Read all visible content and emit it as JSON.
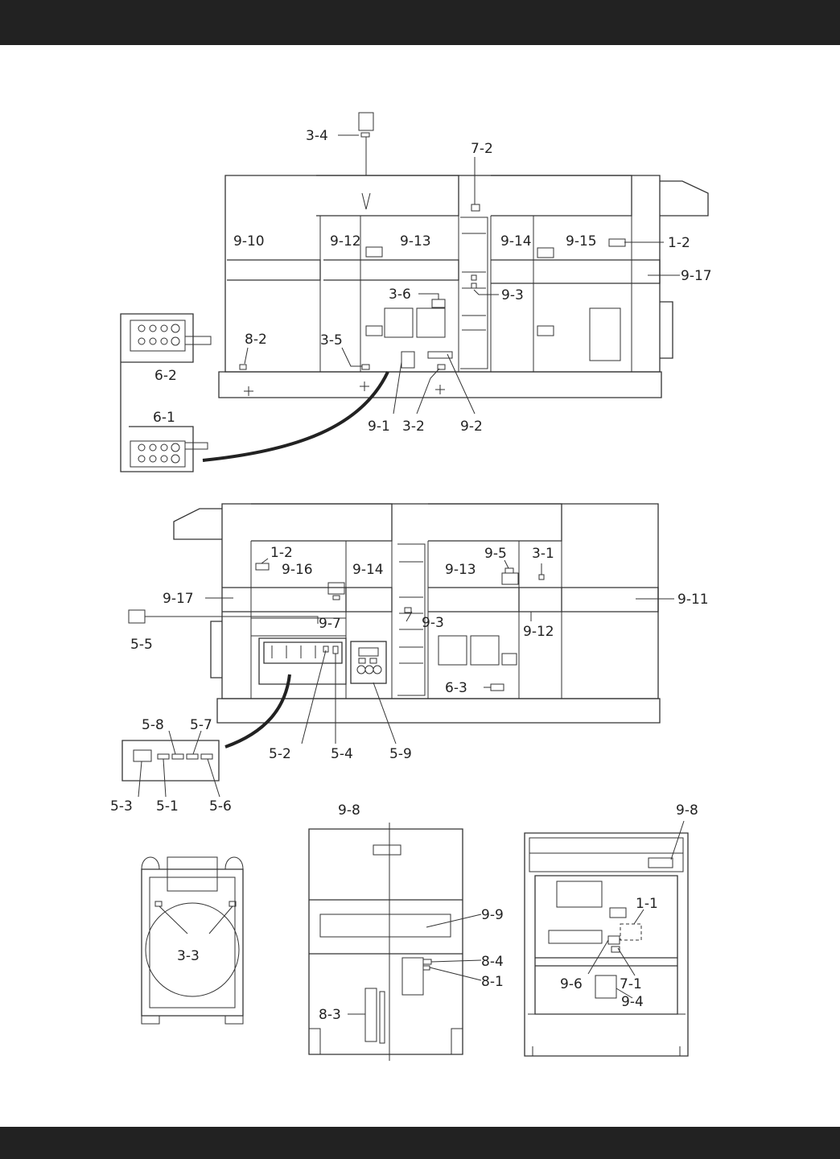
{
  "colors": {
    "bar": "#222222",
    "line": "#333333",
    "background": "#ffffff"
  },
  "labels": {
    "l_3_4": "3-4",
    "l_7_2": "7-2",
    "l_9_10": "9-10",
    "l_9_12": "9-12",
    "l_9_13": "9-13",
    "l_9_14": "9-14",
    "l_9_15": "9-15",
    "l_1_2": "1-2",
    "l_9_17": "9-17",
    "l_3_6": "3-6",
    "l_9_3": "9-3",
    "l_8_2": "8-2",
    "l_3_5": "3-5",
    "l_6_2": "6-2",
    "l_6_1": "6-1",
    "l_9_1": "9-1",
    "l_3_2": "3-2",
    "l_9_2": "9-2",
    "m_1_2": "1-2",
    "m_9_16": "9-16",
    "m_9_14": "9-14",
    "m_9_13": "9-13",
    "m_9_5": "9-5",
    "m_3_1": "3-1",
    "m_9_17": "9-17",
    "m_9_11": "9-11",
    "m_9_7": "9-7",
    "m_9_3": "9-3",
    "m_9_12": "9-12",
    "m_5_5": "5-5",
    "m_6_3": "6-3",
    "m_5_8": "5-8",
    "m_5_7": "5-7",
    "m_5_2": "5-2",
    "m_5_4": "5-4",
    "m_5_9": "5-9",
    "m_5_3": "5-3",
    "m_5_1": "5-1",
    "m_5_6": "5-6",
    "b_3_3": "3-3",
    "b_9_8a": "9-8",
    "b_9_9": "9-9",
    "b_8_4": "8-4",
    "b_8_1": "8-1",
    "b_8_3": "8-3",
    "b_9_8b": "9-8",
    "b_1_1": "1-1",
    "b_9_6": "9-6",
    "b_7_1": "7-1",
    "b_9_4": "9-4"
  }
}
